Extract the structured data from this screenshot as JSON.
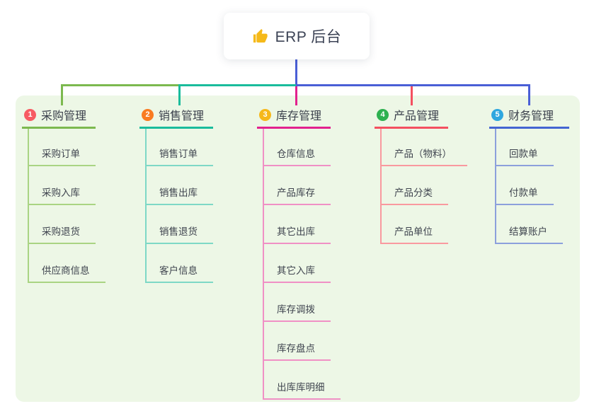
{
  "root": {
    "title": "ERP 后台",
    "icon": "thumbs-up-icon",
    "icon_color": "#f5b919"
  },
  "panel": {
    "background": "#edf7e6"
  },
  "connectors": {
    "root_line_color": "#4a5fd6",
    "segments": [
      {
        "name": "bus-left",
        "color": "#7cb94f"
      },
      {
        "name": "bus-middle",
        "color": "#1abc9c"
      },
      {
        "name": "bus-right",
        "color": "#4a5fd6"
      }
    ],
    "drops": [
      {
        "name": "drop-purchase",
        "color": "#7cb94f"
      },
      {
        "name": "drop-sales",
        "color": "#1abc9c"
      },
      {
        "name": "drop-inventory",
        "color": "#e2218e"
      },
      {
        "name": "drop-product",
        "color": "#f45060"
      },
      {
        "name": "drop-finance",
        "color": "#4a5fd6"
      }
    ]
  },
  "branches": [
    {
      "num": "1",
      "title": "采购管理",
      "badge_color": "#f75b62",
      "line_color": "#7cb94f",
      "light_color": "#a9d483",
      "children": [
        "采购订单",
        "采购入库",
        "采购退货",
        "供应商信息"
      ]
    },
    {
      "num": "2",
      "title": "销售管理",
      "badge_color": "#f97b21",
      "line_color": "#1abc9c",
      "light_color": "#7ed8c6",
      "children": [
        "销售订单",
        "销售出库",
        "销售退货",
        "客户信息"
      ]
    },
    {
      "num": "3",
      "title": "库存管理",
      "badge_color": "#f6b81a",
      "line_color": "#e2218e",
      "light_color": "#f090c5",
      "children": [
        "仓库信息",
        "产品库存",
        "其它出库",
        "其它入库",
        "库存调拨",
        "库存盘点",
        "出库库明细"
      ]
    },
    {
      "num": "4",
      "title": "产品管理",
      "badge_color": "#2eb150",
      "line_color": "#f45060",
      "light_color": "#f9999f",
      "children": [
        "产品（物料）",
        "产品分类",
        "产品单位"
      ]
    },
    {
      "num": "5",
      "title": "财务管理",
      "badge_color": "#2ea7df",
      "line_color": "#4465d2",
      "light_color": "#8ca0dc",
      "children": [
        "回款单",
        "付款单",
        "结算账户"
      ]
    }
  ]
}
